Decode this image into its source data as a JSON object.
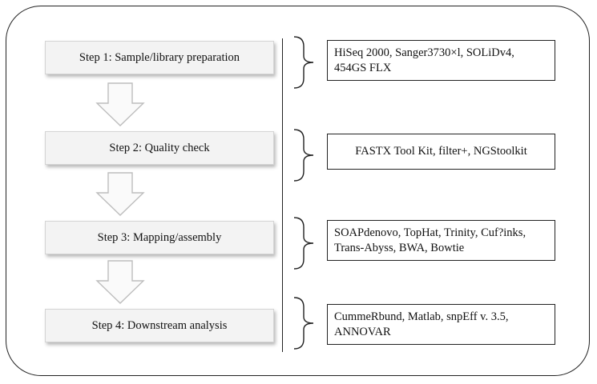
{
  "steps": [
    {
      "label": "Step 1: Sample/library preparation"
    },
    {
      "label": "Step 2: Quality check"
    },
    {
      "label": "Step 3: Mapping/assembly"
    },
    {
      "label": "Step 4: Downstream analysis"
    }
  ],
  "tools": [
    {
      "line1": "HiSeq 2000, Sanger3730×l, SOLiDv4,",
      "line2": "454GS FLX"
    },
    {
      "line1": "FASTX Tool Kit, filter+, NGStoolkit",
      "line2": ""
    },
    {
      "line1": "SOAPdenovo, TopHat, Trinity, Cuf?inks,",
      "line2": "Trans-Abyss, BWA, Bowtie"
    },
    {
      "line1": "CummeRbund, Matlab, snpEff v. 3.5,",
      "line2": "ANNOVAR"
    }
  ]
}
